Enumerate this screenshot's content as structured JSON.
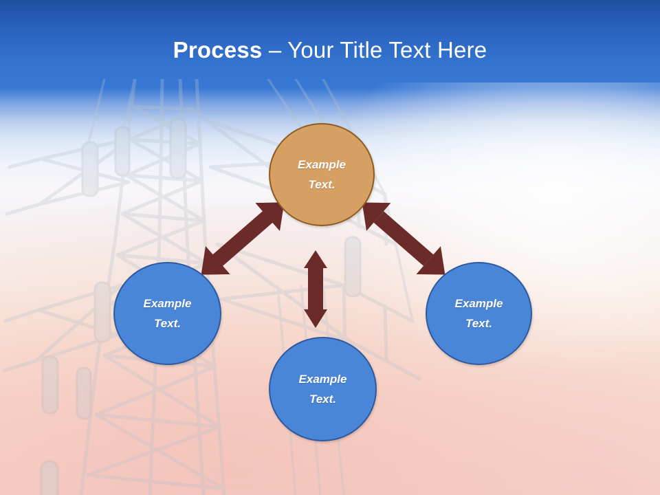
{
  "slide": {
    "title": {
      "bold_part": "Process",
      "rest_part": " – Your Title Text Here",
      "full": "Process – Your Title Text Here"
    },
    "background": {
      "theme": "power-transmission-tower-photo",
      "header_band_color_top": "#1F4FA0",
      "header_band_color_bottom": "#3878D4",
      "sky_color": "#BCD0EE",
      "lower_color": "#F4CFC8",
      "watermark_icon": "transmission-tower-icon"
    },
    "diagram": {
      "type": "process-cycle",
      "accent_arrow_color": "#6B2B28",
      "nodes": [
        {
          "id": "node-top",
          "position": "top",
          "shape": "circle",
          "fill": "#D6A063",
          "stroke": "#8C5C22",
          "line1": "Example",
          "line2": "Text."
        },
        {
          "id": "node-left",
          "position": "left",
          "shape": "circle",
          "fill": "#4A86D8",
          "stroke": "#2D5A9E",
          "line1": "Example",
          "line2": "Text."
        },
        {
          "id": "node-bottom",
          "position": "bottom",
          "shape": "circle",
          "fill": "#4A86D8",
          "stroke": "#2D5A9E",
          "line1": "Example",
          "line2": "Text."
        },
        {
          "id": "node-right",
          "position": "right",
          "shape": "circle",
          "fill": "#4A86D8",
          "stroke": "#2D5A9E",
          "line1": "Example",
          "line2": "Text."
        }
      ],
      "connectors": [
        {
          "id": "connector-top-left",
          "style": "double-headed-arrow",
          "from": "node-left",
          "to": "node-top",
          "orientation": "diagonal-up-right"
        },
        {
          "id": "connector-top-bottom",
          "style": "double-headed-arrow",
          "from": "node-top",
          "to": "node-bottom",
          "orientation": "vertical"
        },
        {
          "id": "connector-top-right",
          "style": "double-headed-arrow",
          "from": "node-top",
          "to": "node-right",
          "orientation": "diagonal-down-right"
        }
      ]
    }
  }
}
